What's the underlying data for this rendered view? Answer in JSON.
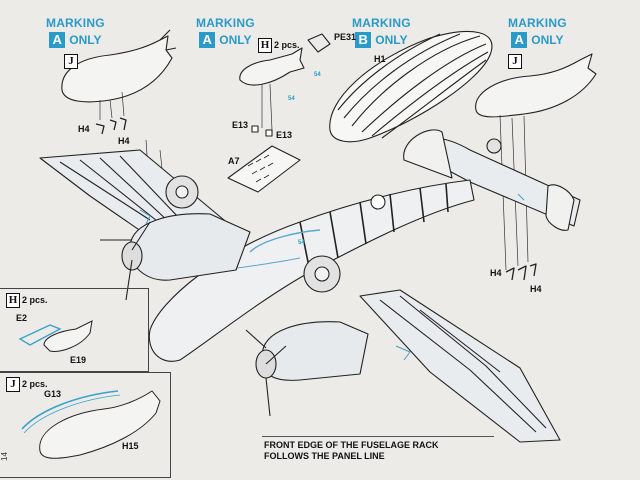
{
  "markings": [
    {
      "title": "MARKING",
      "letter": "A",
      "only": "ONLY"
    },
    {
      "title": "MARKING",
      "letter": "A",
      "only": "ONLY"
    },
    {
      "title": "MARKING",
      "letter": "B",
      "only": "ONLY"
    },
    {
      "title": "MARKING",
      "letter": "A",
      "only": "ONLY"
    }
  ],
  "labels": {
    "j_left": "J",
    "j_right": "J",
    "h_top": "H",
    "h_top_qty": "2 pcs.",
    "pe31": "PE31",
    "h1": "H1",
    "h4_l1": "H4",
    "h4_l2": "H4",
    "h4_r1": "H4",
    "h4_r2": "H4",
    "e13_a": "E13",
    "e13_b": "E13",
    "a7": "A7",
    "ref_54a": "54",
    "ref_54b": "54",
    "ref_54c": "54"
  },
  "inset_h": {
    "letter": "H",
    "qty": "2 pcs.",
    "e2": "E2",
    "e19": "E19"
  },
  "inset_j": {
    "letter": "J",
    "qty": "2 pcs.",
    "g13": "G13",
    "h15": "H15"
  },
  "note": {
    "line1": "FRONT EDGE OF THE FUSELAGE RACK",
    "line2": "FOLLOWS THE PANEL LINE"
  },
  "page_number": "14",
  "colors": {
    "accent": "#2a9ac8",
    "line": "#111111",
    "paper": "#ecebe8"
  }
}
